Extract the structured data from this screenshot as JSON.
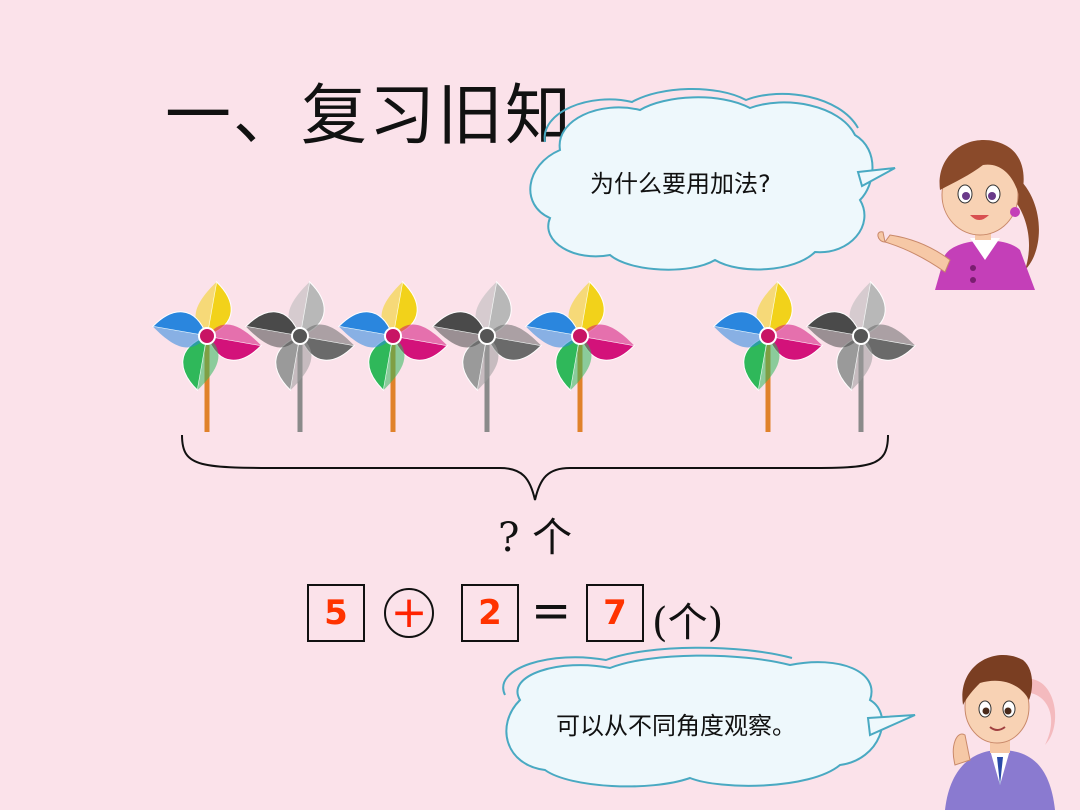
{
  "title": "一、复习旧知",
  "bubble_top": {
    "text": "为什么要用加法?"
  },
  "bubble_bottom": {
    "text": "可以从不同角度观察。"
  },
  "brace_label": "? 个",
  "equation": {
    "a": "5",
    "operator": "+",
    "b": "2",
    "equals": "=",
    "result": "7",
    "unit": "(个)"
  },
  "pinwheels": [
    {
      "style": "colored"
    },
    {
      "style": "gray"
    },
    {
      "style": "colored"
    },
    {
      "style": "gray"
    },
    {
      "style": "colored"
    },
    {
      "style": "colored"
    },
    {
      "style": "gray"
    }
  ],
  "colors": {
    "background": "#fbe2ea",
    "answer": "#ff3300",
    "bubble_fill": "#eef8fc",
    "bubble_stroke": "#49a9c2"
  }
}
